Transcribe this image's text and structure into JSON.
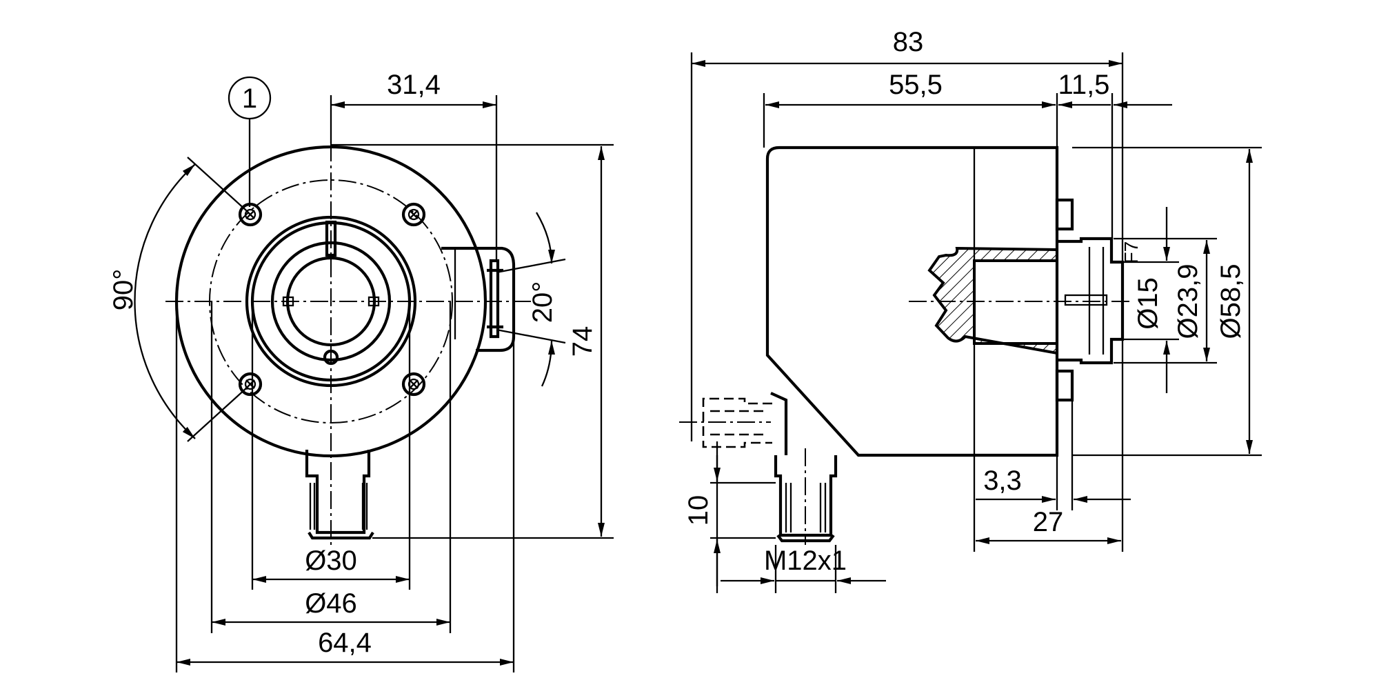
{
  "drawing": {
    "callout": "1",
    "front_view": {
      "bolt_spacing_horizontal": "31,4",
      "angle_bolts": "90°",
      "angle_connector": "20°",
      "height": "74",
      "shaft_diameter": "Ø30",
      "flange_diameter": "Ø46",
      "overall_width": "64,4"
    },
    "side_view": {
      "overall_length": "83",
      "body_length": "55,5",
      "shaft_length": "11,5",
      "bore_diameter": "Ø15",
      "bore_tolerance": "F7",
      "hub_diameter": "Ø23,9",
      "housing_diameter": "Ø58,5",
      "offset": "3,3",
      "shaft_depth": "27",
      "connector_offset": "10",
      "connector_thread": "M12x1"
    }
  }
}
